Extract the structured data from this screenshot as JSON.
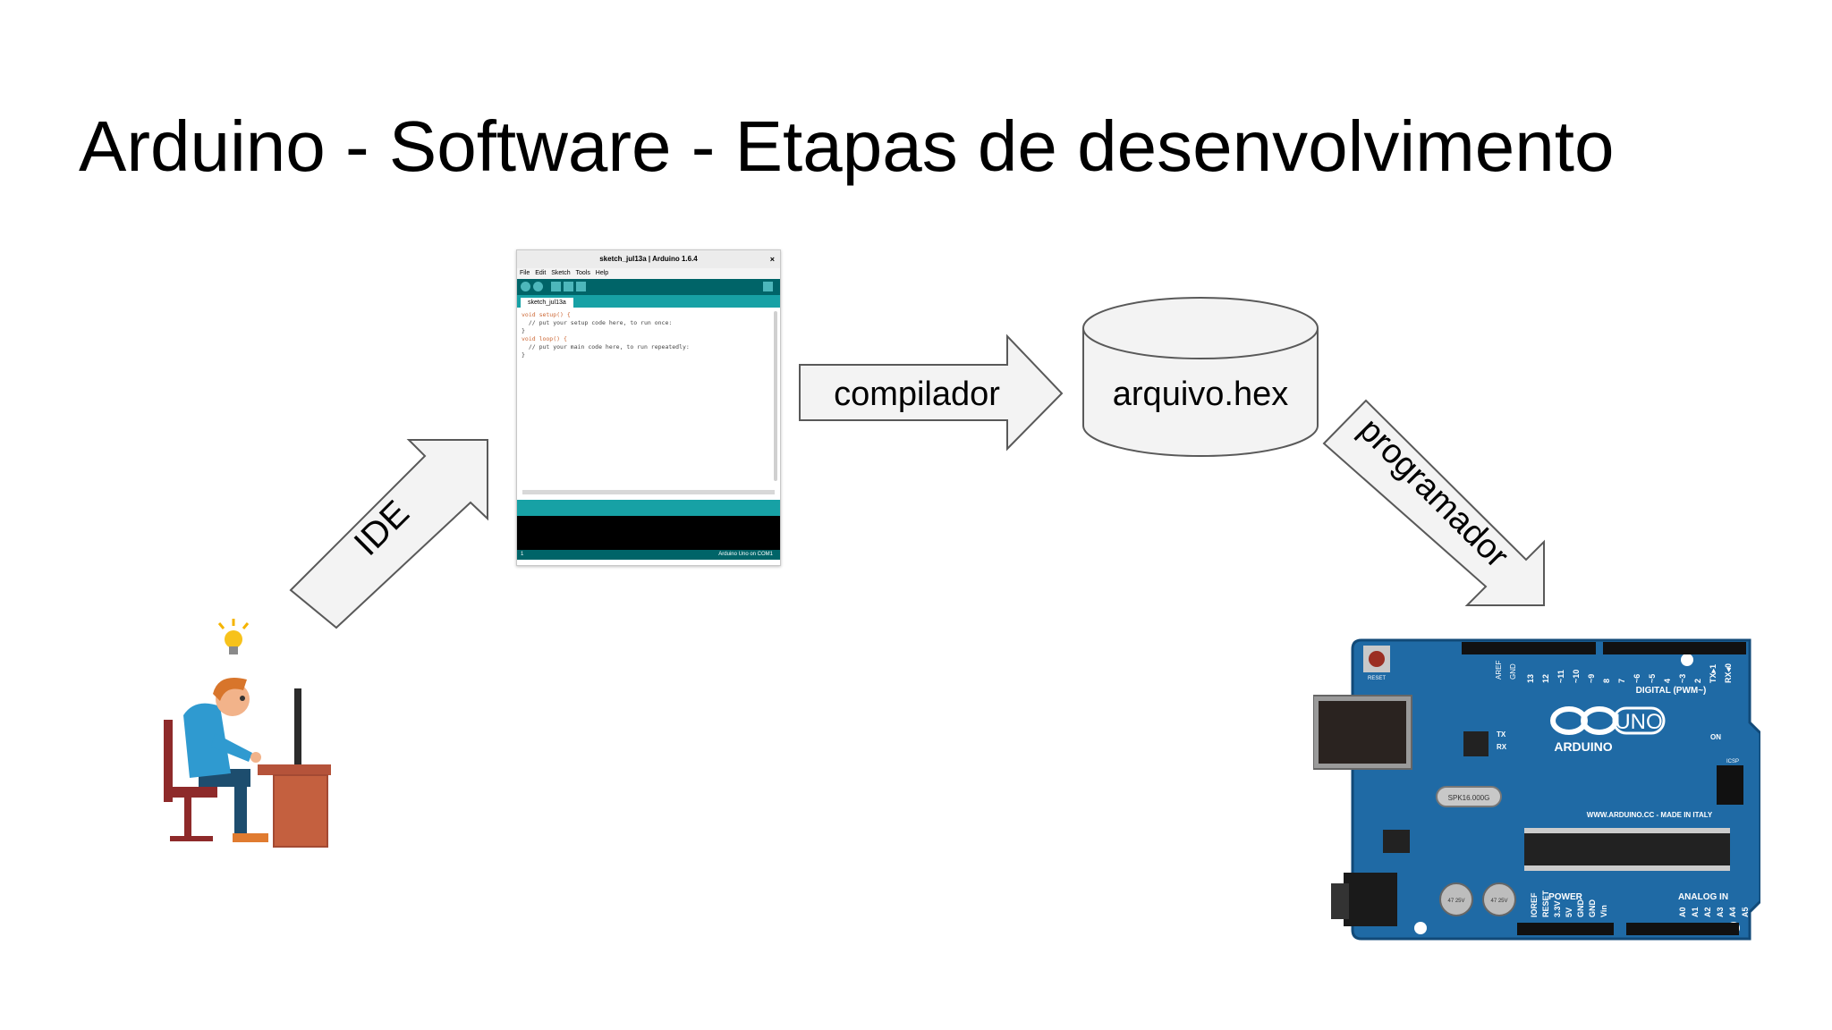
{
  "slide": {
    "title": "Arduino - Software - Etapas de desenvolvimento"
  },
  "flow": {
    "ide_label": "IDE",
    "compiler_label": "compilador",
    "file_label": "arquivo.hex",
    "programmer_label": "programador"
  },
  "ide_window": {
    "title": "sketch_jul13a | Arduino 1.6.4",
    "close": "×",
    "menu": [
      "File",
      "Edit",
      "Sketch",
      "Tools",
      "Help"
    ],
    "tab": "sketch_jul13a",
    "code_lines": [
      "void setup() {",
      "  // put your setup code here, to run once:",
      "",
      "}",
      "",
      "void loop() {",
      "  // put your main code here, to run repeatedly:",
      "",
      "}"
    ],
    "status_left": "1",
    "status_right": "Arduino Uno on COM1"
  },
  "board": {
    "brand": "ARDUINO",
    "model": "UNO",
    "digital_label": "DIGITAL (PWM~)",
    "power_label": "POWER",
    "analog_label": "ANALOG IN",
    "site_label": "WWW.ARDUINO.CC - MADE IN ITALY",
    "on_label": "ON",
    "tx_label": "TX",
    "rx_label": "RX",
    "icsp_label": "ICSP",
    "reset_label": "RESET",
    "aref_label": "AREF",
    "gnd_label": "GND",
    "pin_numbers": [
      "13",
      "12",
      "~11",
      "~10",
      "~9",
      "8",
      "7",
      "~6",
      "~5",
      "4",
      "~3",
      "2",
      "TX▸1",
      "RX◂0"
    ],
    "power_pins": [
      "IOREF",
      "RESET",
      "3.3V",
      "5V",
      "GND",
      "GND",
      "Vin"
    ],
    "analog_pins": [
      "A0",
      "A1",
      "A2",
      "A3",
      "A4",
      "A5"
    ],
    "crystal": "SPK16.000G",
    "cap_labels": [
      "47 25V",
      "47 25V"
    ]
  },
  "colors": {
    "arrow_fill": "#f3f3f3",
    "arrow_stroke": "#595959",
    "board_blue": "#1f6aa5",
    "ide_teal": "#006468"
  },
  "icons": [
    "lightbulb-icon",
    "person-at-computer-icon",
    "arduino-board-image"
  ]
}
